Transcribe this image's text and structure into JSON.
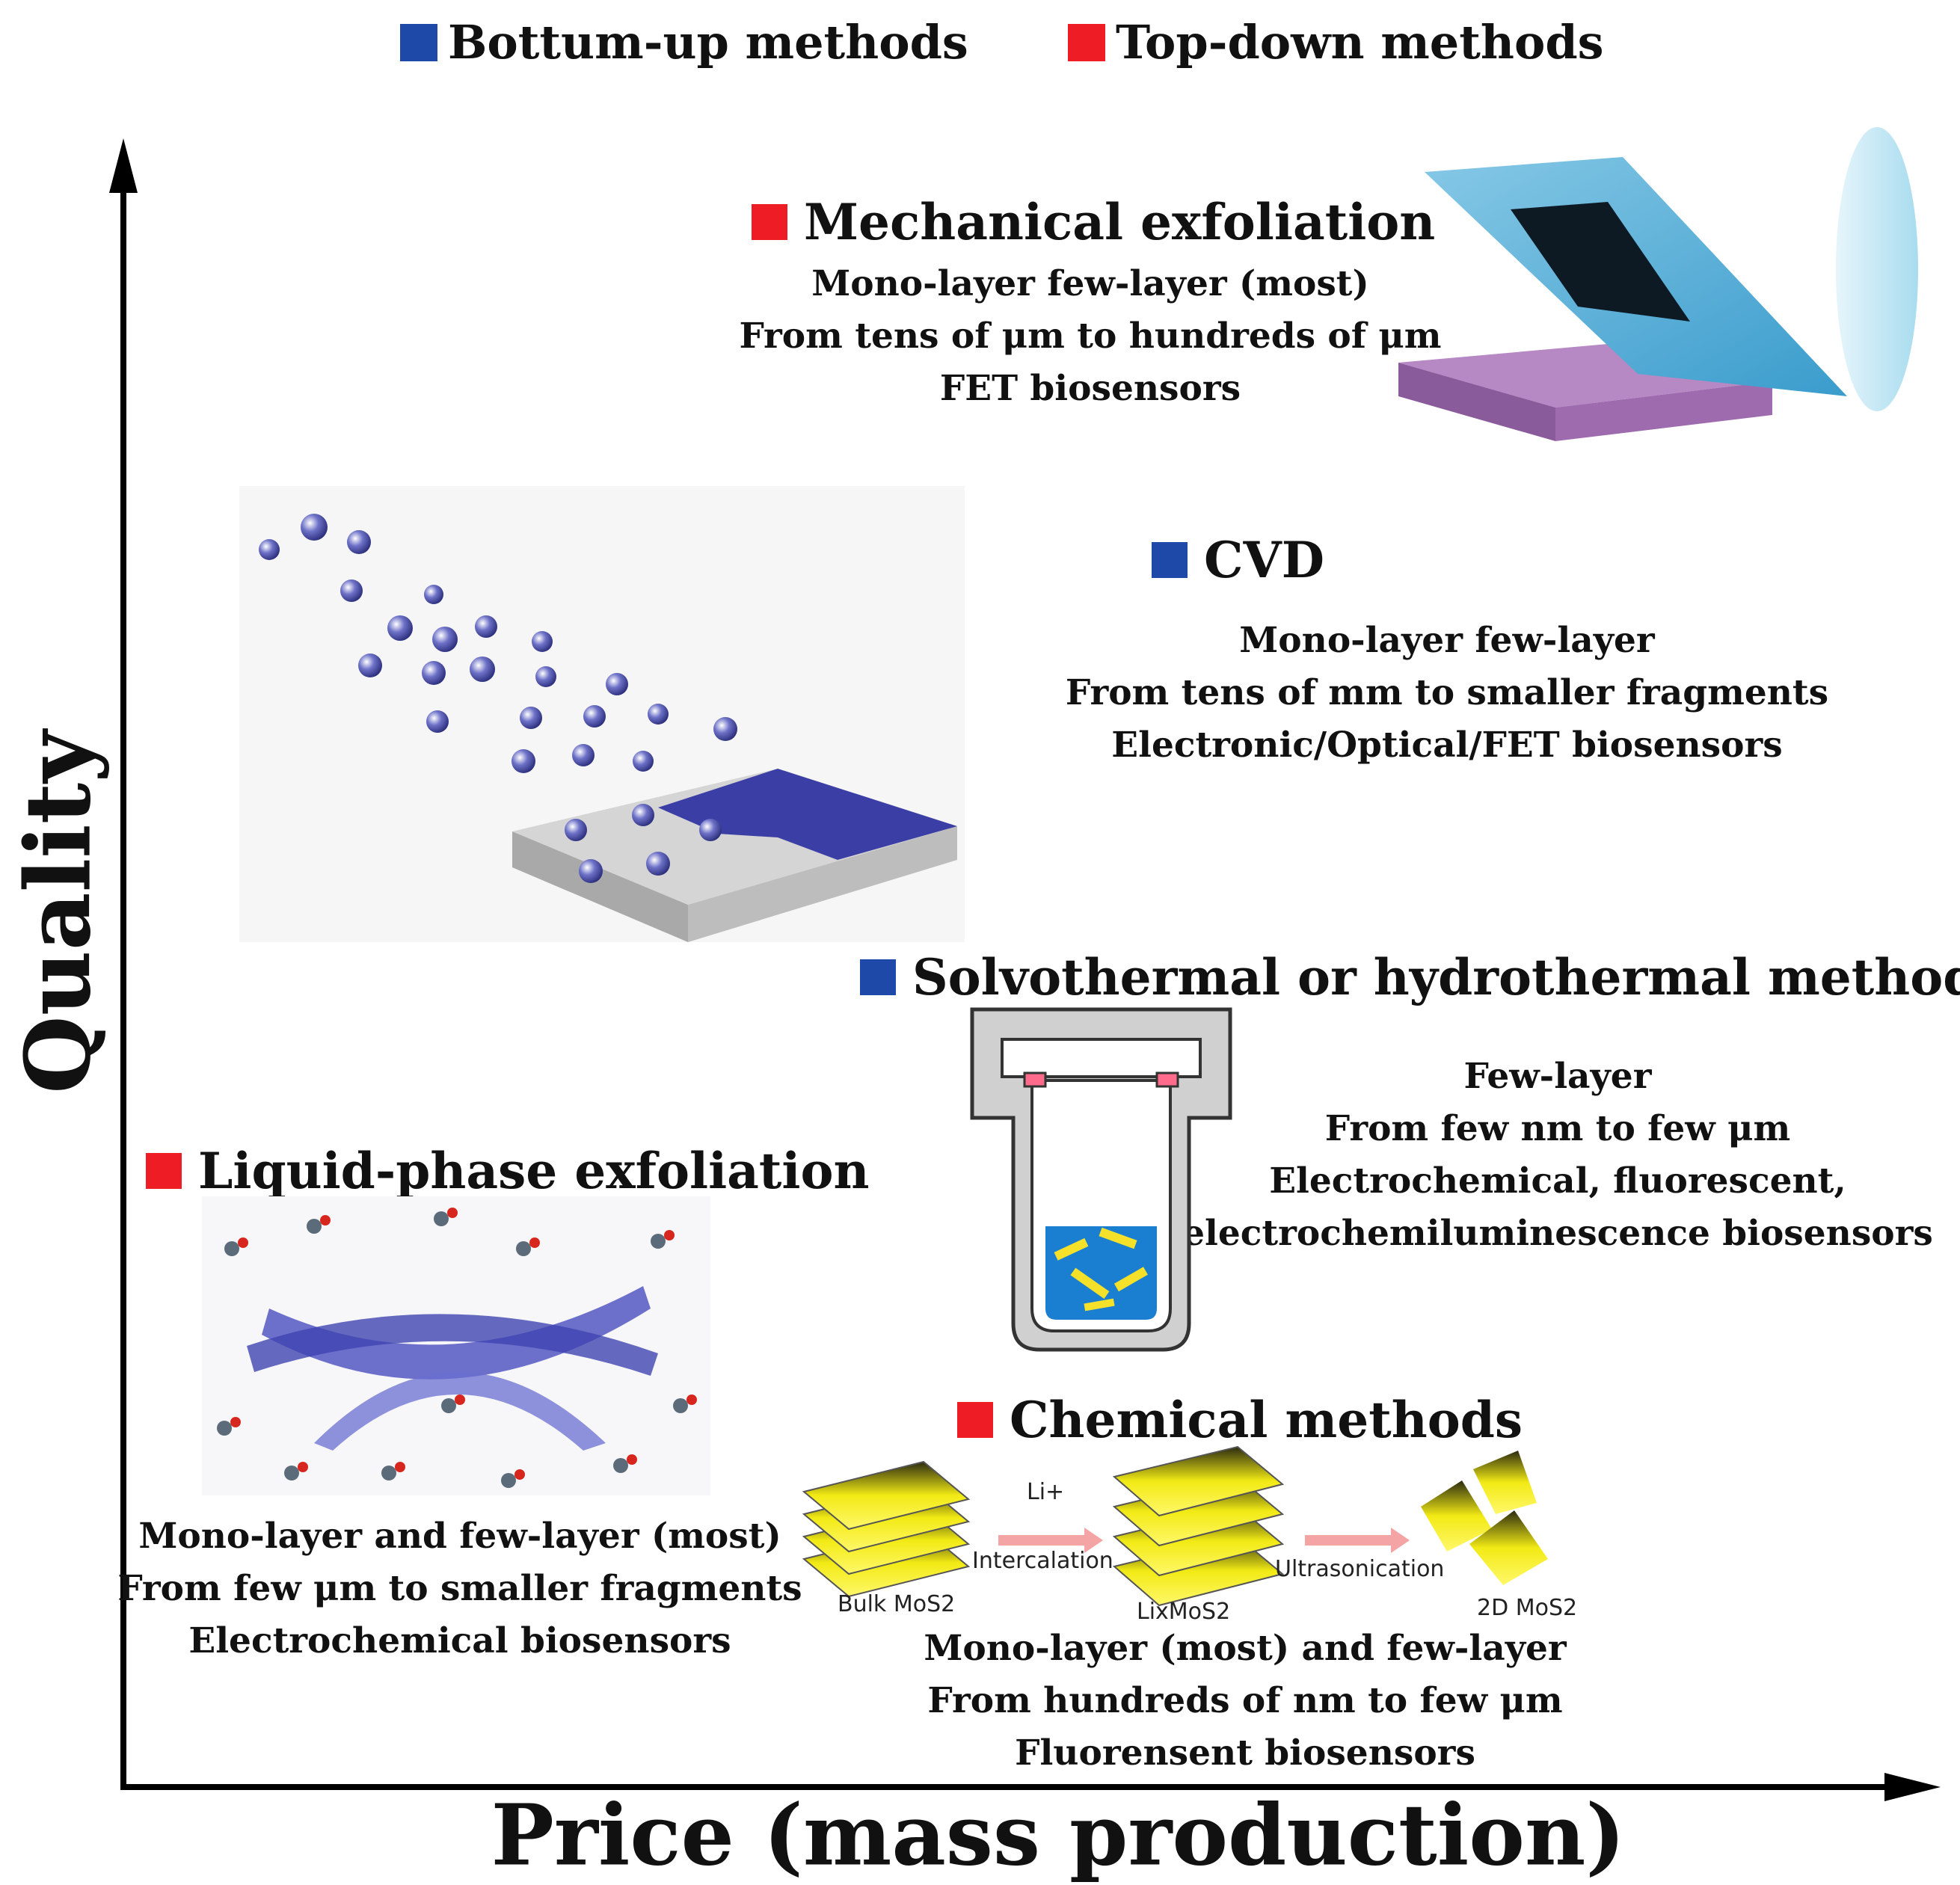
{
  "colors": {
    "bottom_up": "#1f49a8",
    "top_down": "#ee1c25",
    "axis": "#000000"
  },
  "legend": {
    "bottom_up": "Bottum-up methods",
    "top_down": "Top-down methods"
  },
  "axes": {
    "y_label": "Quality",
    "x_label": "Price (mass production)"
  },
  "methods": {
    "mechanical": {
      "category": "top_down",
      "title": "Mechanical exfoliation",
      "lines": [
        "Mono-layer few-layer (most)",
        "From  tens of μm to hundreds of μm",
        "FET biosensors"
      ]
    },
    "cvd": {
      "category": "bottom_up",
      "title": "CVD",
      "lines": [
        "Mono-layer few-layer",
        "From  tens of mm to smaller fragments",
        "Electronic/Optical/FET biosensors"
      ]
    },
    "solvothermal": {
      "category": "bottom_up",
      "title": "Solvothermal or hydrothermal methods",
      "lines": [
        "Few-layer",
        "From  few nm to few μm",
        "Electrochemical, fluorescent,",
        "electrochemiluminescence biosensors"
      ]
    },
    "liquid": {
      "category": "top_down",
      "title": "Liquid-phase exfoliation",
      "lines": [
        "Mono-layer and few-layer (most)",
        "From few μm to smaller fragments",
        "Electrochemical biosensors"
      ]
    },
    "chemical": {
      "category": "top_down",
      "title": "Chemical methods",
      "lines": [
        "Mono-layer (most) and few-layer",
        "From  hundreds of nm to few μm",
        "Fluorensent biosensors"
      ]
    }
  },
  "chemical_scheme": {
    "ion": "Li+",
    "step1": "Intercalation",
    "step2": "Ultrasonication",
    "bulk": "Bulk MoS2",
    "intercalated": "LixMoS2",
    "product": "2D MoS2"
  }
}
